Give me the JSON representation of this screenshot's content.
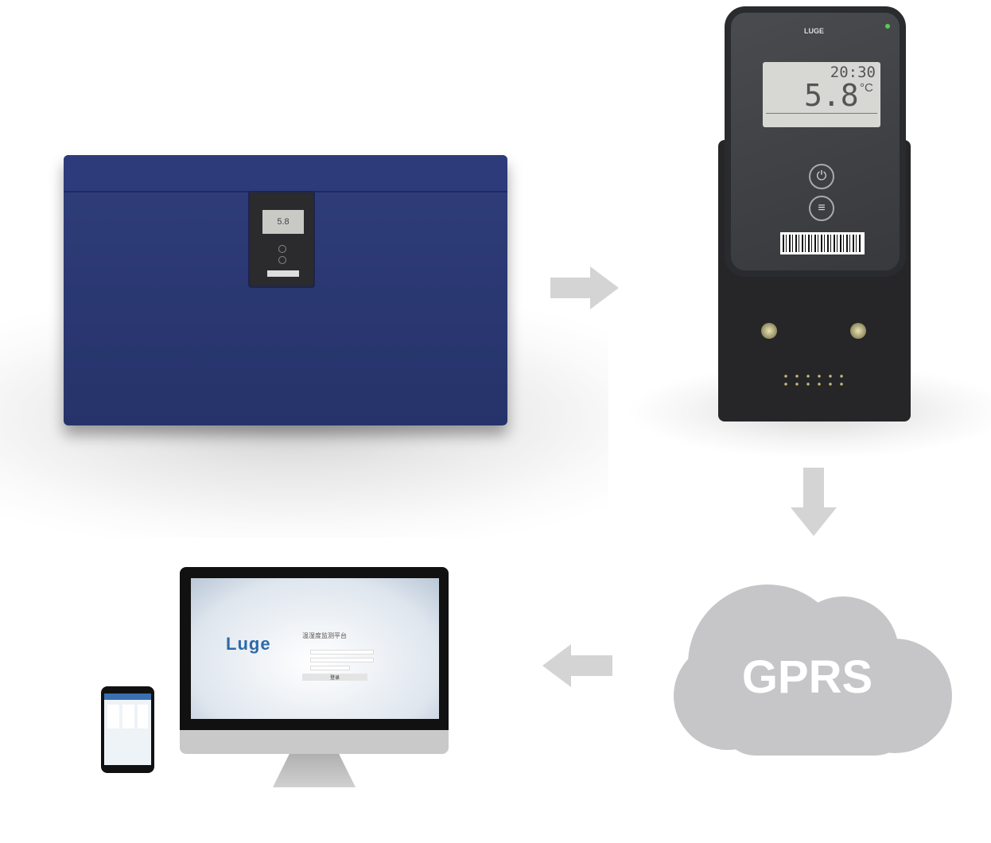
{
  "device": {
    "time": "20:30",
    "temperature": "5.8",
    "unit": "°C",
    "brand": "LUGE"
  },
  "mini_display": {
    "temperature": "5.8"
  },
  "cloud": {
    "label": "GPRS"
  },
  "platform": {
    "logo": "Luge",
    "title": "温湿度监测平台",
    "login_button": "登录"
  },
  "colors": {
    "box": "#2e3b7a",
    "cloud": "#c6c6c8",
    "arrow": "#d4d4d4"
  }
}
